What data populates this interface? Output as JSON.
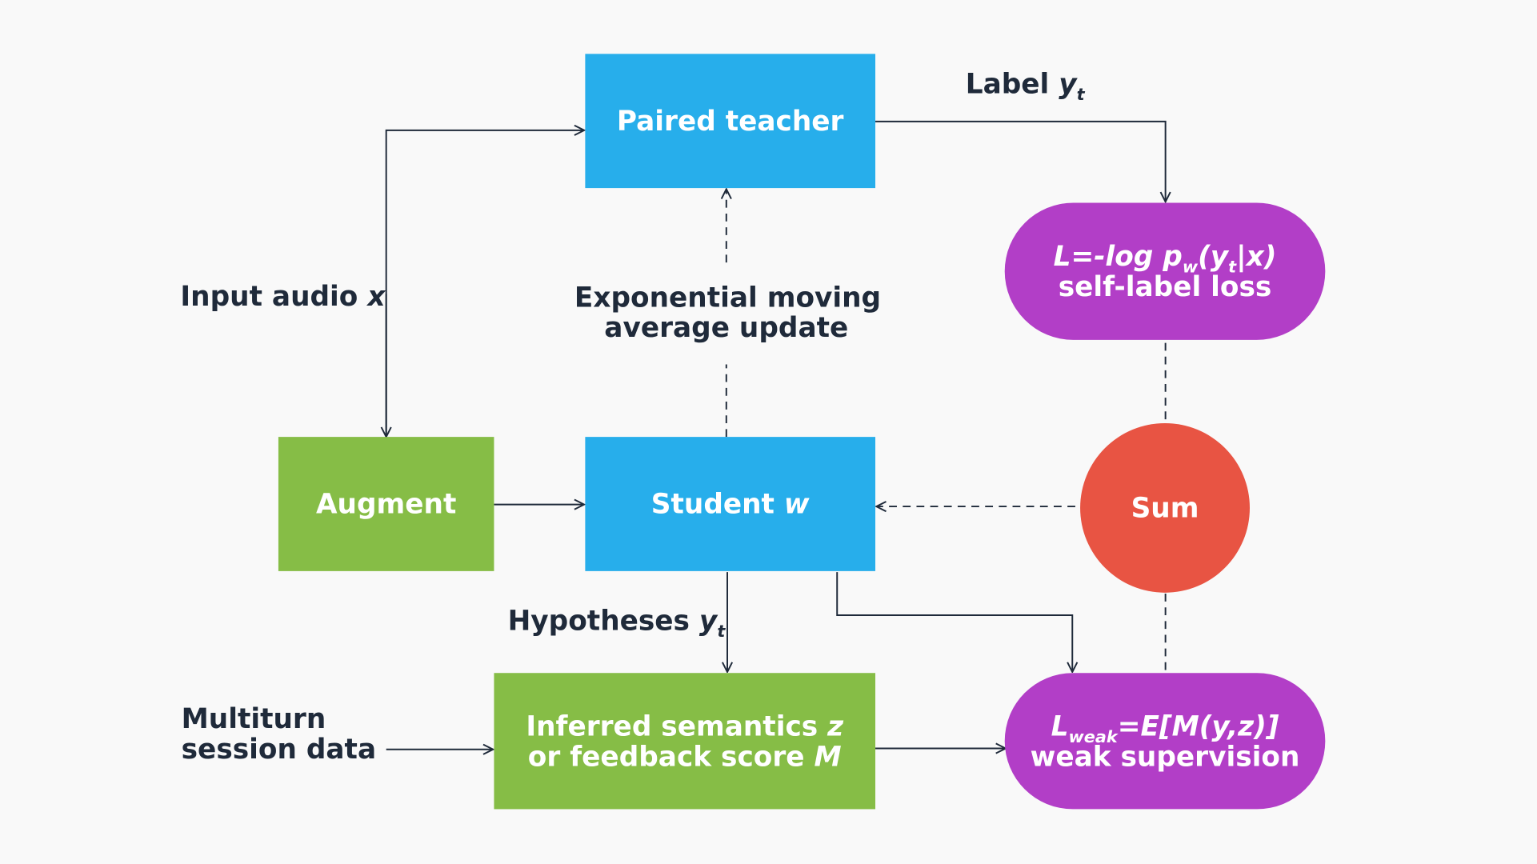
{
  "colors": {
    "background": "#f9f9f9",
    "model_box": "#27aeeb",
    "data_box": "#86bd46",
    "loss_box": "#b23ec7",
    "sum_node": "#e85443",
    "text_dark": "#1f2a3a",
    "text_light": "#ffffff"
  },
  "nodes": {
    "paired_teacher": "Paired teacher",
    "student": {
      "text": "Student",
      "var": "w"
    },
    "augment": "Augment",
    "inferred": {
      "line1_text": "Inferred semantics",
      "line1_var": "z",
      "line2_text": "or feedback score",
      "line2_var": "M"
    },
    "self_label_loss": {
      "formula_a": "L=-log p",
      "formula_sub_w": "w",
      "formula_b": "(y",
      "formula_sub_t": "t",
      "formula_c": "|x)",
      "caption": "self-label loss"
    },
    "weak_loss": {
      "formula_a": "L",
      "formula_sub": "weak",
      "formula_b": "=E[M(y,z)]",
      "caption": "weak supervision"
    },
    "sum": "Sum"
  },
  "labels": {
    "label_yt": {
      "text": "Label",
      "var": "y",
      "sub": "t"
    },
    "input_audio": {
      "text": "Input audio",
      "var": "x"
    },
    "ema_update": {
      "line1": "Exponential moving",
      "line2": "average update"
    },
    "hypotheses": {
      "text": "Hypotheses",
      "var": "y",
      "sub": "t"
    },
    "multiturn": {
      "line1": "Multiturn",
      "line2": "session data"
    }
  }
}
